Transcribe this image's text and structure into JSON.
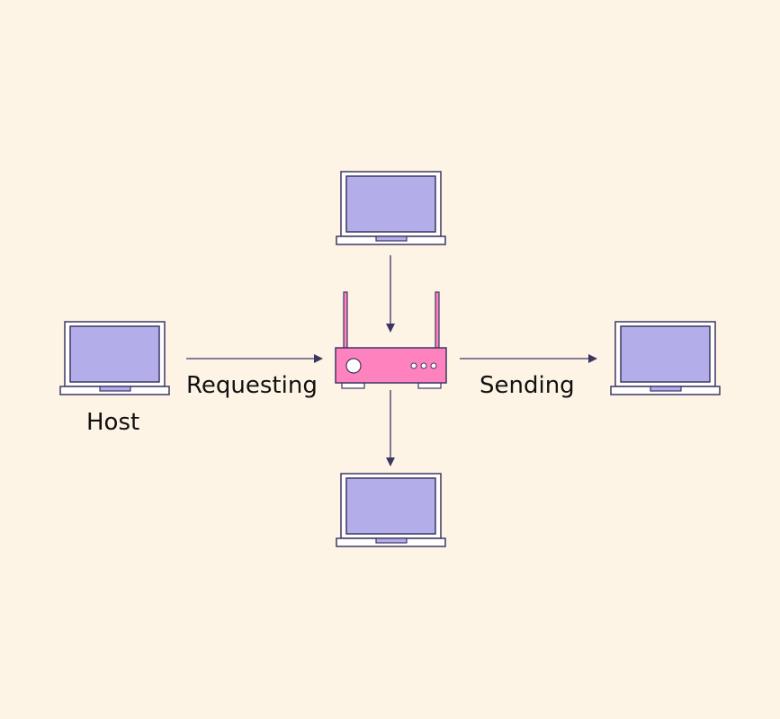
{
  "labels": {
    "host": "Host",
    "requesting": "Requesting",
    "sending": "Sending"
  },
  "colors": {
    "background": "#fef4e6",
    "screen": "#b3aeea",
    "stroke": "#3d3663",
    "router": "#fd82bd",
    "laptop_body": "#ffffff"
  },
  "nodes": [
    {
      "id": "host",
      "type": "laptop",
      "label": "Host"
    },
    {
      "id": "top",
      "type": "laptop"
    },
    {
      "id": "right",
      "type": "laptop"
    },
    {
      "id": "bottom",
      "type": "laptop"
    },
    {
      "id": "router",
      "type": "router"
    }
  ],
  "edges": [
    {
      "from": "host",
      "to": "router",
      "label": "Requesting"
    },
    {
      "from": "top",
      "to": "router"
    },
    {
      "from": "router",
      "to": "right",
      "label": "Sending"
    },
    {
      "from": "router",
      "to": "bottom"
    }
  ]
}
